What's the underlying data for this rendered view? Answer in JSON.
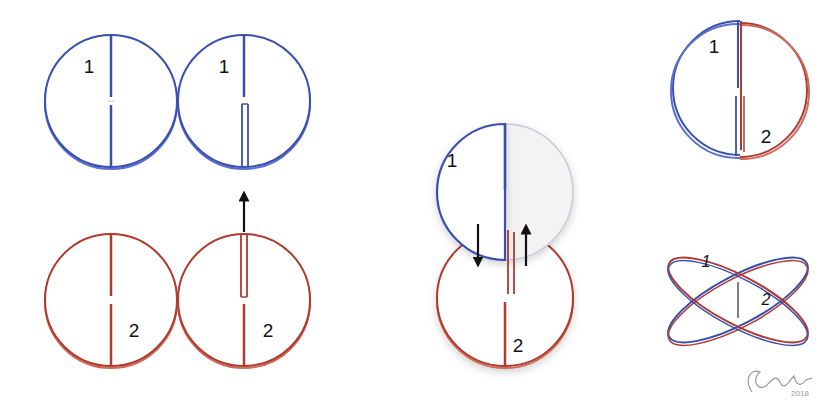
{
  "diagram": {
    "labels": [
      "1",
      "2",
      "1",
      "2",
      "1",
      "2",
      "1",
      "2",
      "1",
      "2",
      "2018"
    ]
  }
}
